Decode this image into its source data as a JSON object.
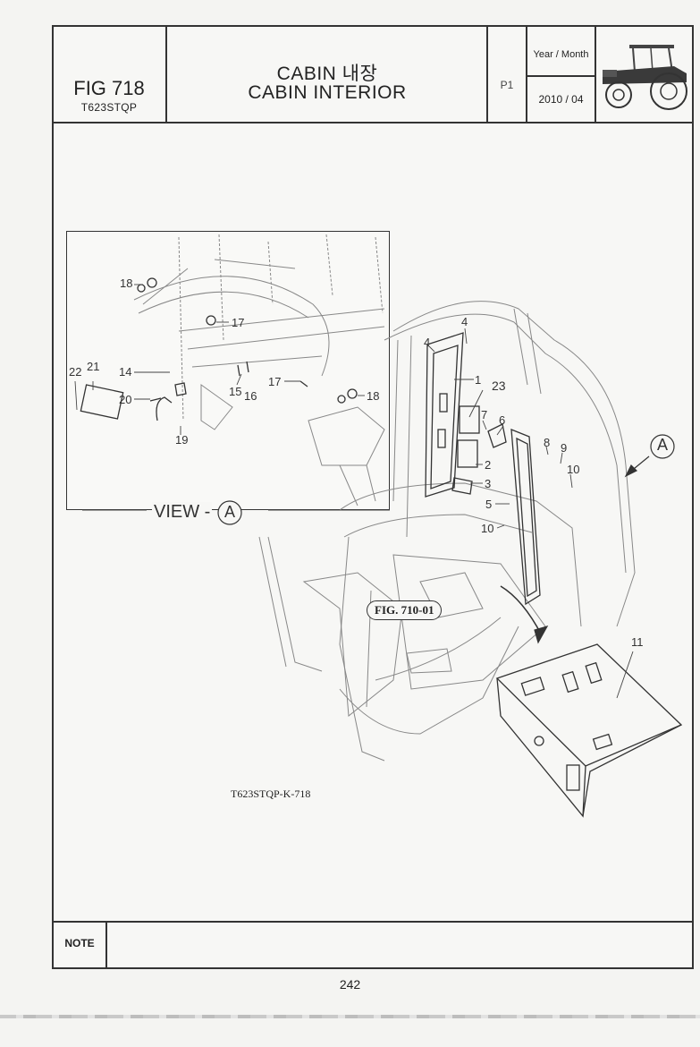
{
  "header": {
    "fig_no": "FIG 718",
    "model": "T623STQP",
    "title_ko": "CABIN 내장",
    "title_en": "CABIN INTERIOR",
    "page_code": "P1",
    "year_month_label": "Year / Month",
    "year_month_value": "2010 / 04"
  },
  "view": {
    "label": "VIEW -",
    "callout": "A"
  },
  "main_callout": "A",
  "figure_reference": "FIG. 710-01",
  "drawing_code": "T623STQP-K-718",
  "parts_main": [
    "1",
    "2",
    "3",
    "4",
    "4",
    "5",
    "6",
    "7",
    "8",
    "9",
    "10",
    "10",
    "11",
    "23"
  ],
  "parts_view": [
    "14",
    "15",
    "16",
    "17",
    "17",
    "18",
    "18",
    "19",
    "20",
    "21",
    "22"
  ],
  "note_label": "NOTE",
  "page_number": "242",
  "icons": {
    "tractor": "tractor-icon"
  }
}
